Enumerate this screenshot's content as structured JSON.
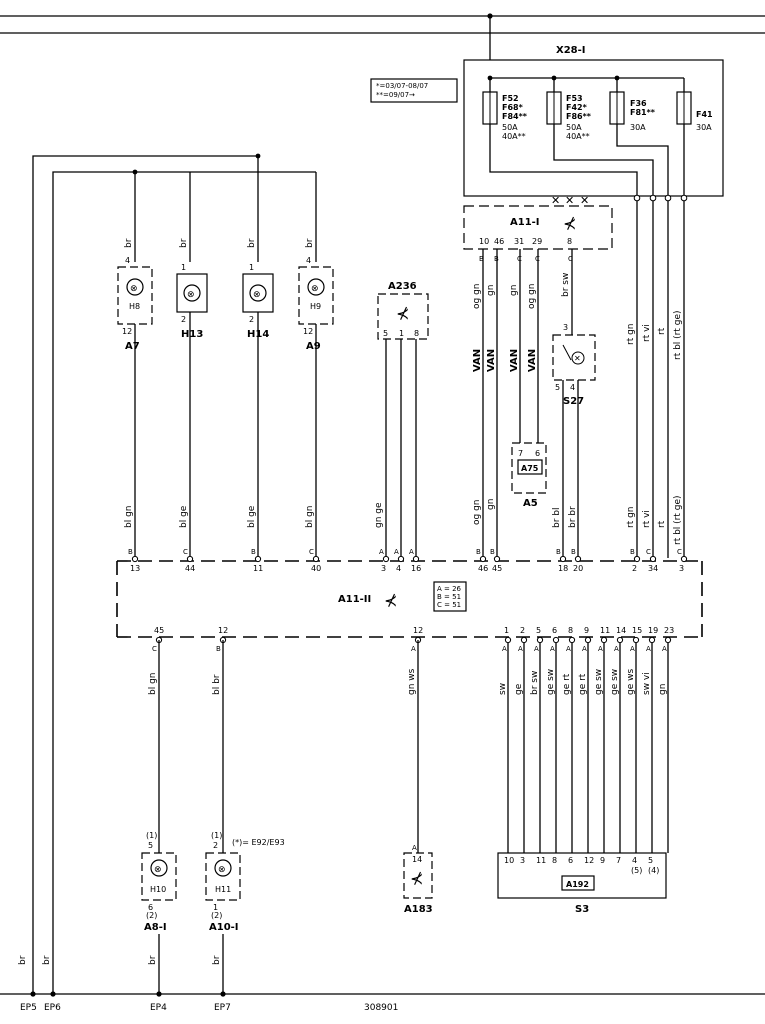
{
  "top_box": {
    "title": "X28-I",
    "note_line1": "*=03/07-08/07",
    "note_line2": "**=09/07→",
    "fuses": [
      {
        "name_lines": [
          "F52",
          "F68*",
          "F84**"
        ],
        "rating_lines": [
          "50A",
          "40A**"
        ]
      },
      {
        "name_lines": [
          "F53",
          "F42*",
          "F86**"
        ],
        "rating_lines": [
          "50A",
          "40A**"
        ]
      },
      {
        "name_lines": [
          "F36",
          "F81**"
        ],
        "rating_lines": [
          "30A"
        ]
      },
      {
        "name_lines": [
          "F41"
        ],
        "rating_lines": [
          "30A"
        ]
      }
    ]
  },
  "a11i": {
    "label": "A11-I",
    "pins": [
      "10",
      "46",
      "31",
      "29",
      "8"
    ],
    "conns": [
      "B",
      "B",
      "C",
      "C",
      "C"
    ]
  },
  "lamps": [
    {
      "top_pin": "4",
      "bottom_pin": "12",
      "inner": "H8",
      "label": "A7",
      "wire_top": "br",
      "wire_bottom": "bl gn"
    },
    {
      "top_pin": "1",
      "bottom_pin": "2",
      "inner": "",
      "label": "H13",
      "wire_top": "br",
      "wire_bottom": "bl ge"
    },
    {
      "top_pin": "1",
      "bottom_pin": "2",
      "inner": "",
      "label": "H14",
      "wire_top": "br",
      "wire_bottom": "bl ge"
    },
    {
      "top_pin": "4",
      "bottom_pin": "12",
      "inner": "H9",
      "label": "A9",
      "wire_top": "br",
      "wire_bottom": "bl gn"
    }
  ],
  "a236": {
    "label": "A236",
    "pins": [
      "5",
      "1",
      "8"
    ],
    "wires": [
      "",
      "gn ge",
      ""
    ]
  },
  "can_wires": [
    {
      "color": "og gn",
      "bus": "VAN"
    },
    {
      "color": "gn",
      "bus": "VAN"
    },
    {
      "color": "gn",
      "bus": "VAN"
    },
    {
      "color": "og gn",
      "bus": "VAN"
    }
  ],
  "a75": {
    "tag": "A75",
    "pins": [
      "7",
      "6"
    ],
    "label": "A5"
  },
  "s27": {
    "label": "S27",
    "pins": [
      "3",
      "5",
      "4"
    ],
    "wire_top": "br sw",
    "wire_left": "br bl",
    "wire_right": "br br"
  },
  "fuse_out_wires": [
    "rt gn",
    "rt vi",
    "rt",
    "rt bl (rt ge)"
  ],
  "fuse_out_wires_lower": [
    "rt gn",
    "rt vi",
    "rt",
    "rt bl (rt ge)"
  ],
  "a11ii": {
    "label": "A11-II",
    "legend": [
      "A = 26",
      "B = 51",
      "C = 51"
    ],
    "top_pins": [
      "13",
      "44",
      "11",
      "40",
      "3",
      "4",
      "16",
      "46",
      "45",
      "18",
      "20",
      "2",
      "34",
      "3"
    ],
    "top_conns": [
      "B",
      "C",
      "B",
      "C",
      "A",
      "A",
      "A",
      "B",
      "B",
      "B",
      "B",
      "B",
      "C",
      "C"
    ],
    "bottom_left_pins": [
      "45",
      "12",
      "12"
    ],
    "bottom_left_conns": [
      "C",
      "B",
      "A"
    ],
    "bottom_right_pins": [
      "1",
      "2",
      "5",
      "6",
      "8",
      "9",
      "11",
      "14",
      "15",
      "19",
      "23"
    ],
    "bottom_right_conns": [
      "A",
      "A",
      "A",
      "A",
      "A",
      "A",
      "A",
      "A",
      "A",
      "A",
      "A"
    ]
  },
  "lower_wires": {
    "a8": "bl gn",
    "a10": "bl br",
    "a183": "gn ws"
  },
  "s3_wires": [
    "sw",
    "ge",
    "br sw",
    "ge sw",
    "ge rt",
    "ge rt",
    "ge sw",
    "ge sw",
    "ge ws",
    "sw vi",
    "gn"
  ],
  "s3": {
    "tag": "A192",
    "label": "S3",
    "pins": [
      "10",
      "3",
      "11",
      "8",
      "6",
      "12",
      "9",
      "7",
      "4",
      "5"
    ],
    "sub_pins": [
      "(5)",
      "(4)"
    ]
  },
  "a8i": {
    "top_pin": "5",
    "top_alt": "(1)",
    "inner": "H10",
    "bottom_pin": "6",
    "bottom_alt": "(2)",
    "label": "A8-I",
    "ground_wire": "br"
  },
  "a10i": {
    "top_pin": "2",
    "top_alt": "(1)",
    "inner": "H11",
    "bottom_pin": "1",
    "bottom_alt": "(2)",
    "label": "A10-I",
    "note": "(*)= E92/E93",
    "ground_wire": "br"
  },
  "a183": {
    "pin": "14",
    "conn": "A",
    "label": "A183"
  },
  "ground_wires": [
    "br",
    "br"
  ],
  "grounds": [
    "EP5",
    "EP6",
    "EP4",
    "EP7"
  ],
  "doc_id": "308901"
}
